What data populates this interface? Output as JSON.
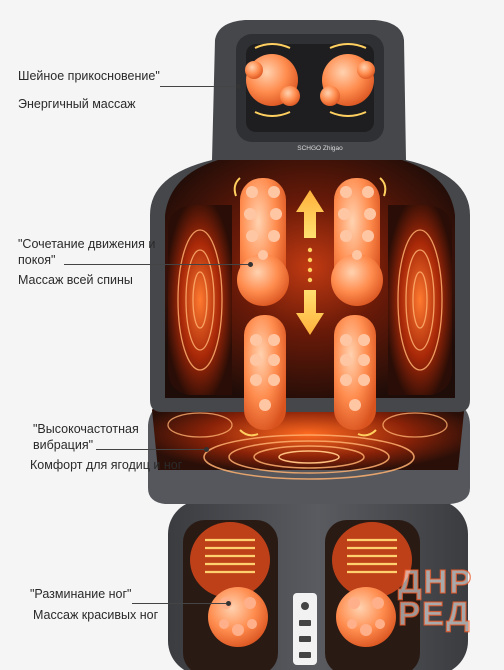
{
  "features": [
    {
      "title": "Шейное прикосновение\"",
      "subtitle": "Энергичный массаж"
    },
    {
      "title_line1": "\"Сочетание движения и",
      "title_line2": "покоя\"",
      "subtitle": "Массаж всей спины"
    },
    {
      "title_line1": "\"Высокочастотная",
      "title_line2": "вибрация\"",
      "subtitle": "Комфорт для ягодиц и ног"
    },
    {
      "title": "\"Разминание ног\"",
      "subtitle": "Массаж красивых ног"
    }
  ],
  "brand_label": "SCHGO Zhigao",
  "watermark": {
    "line1": "ДНР",
    "line2": "РЕД"
  },
  "colors": {
    "accent_orange": "#ff8a4a",
    "glow": "#e0431a",
    "shell": "#4a4c50",
    "mesh": "#2a1410"
  }
}
